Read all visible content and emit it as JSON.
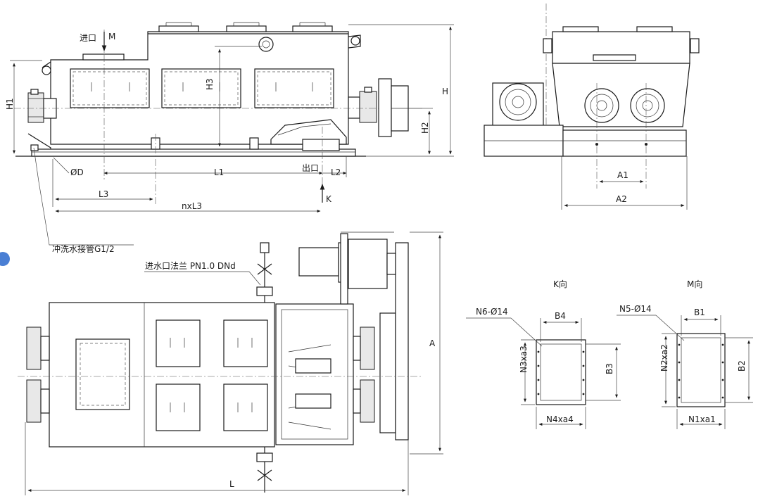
{
  "colors": {
    "line": "#1a1a1a",
    "background": "#ffffff",
    "marker": "#4a7fd4"
  },
  "front_view": {
    "inlet": "进口",
    "inlet_arrow": "M",
    "outlet": "出口",
    "k_arrow": "K",
    "dims": {
      "H1": "H1",
      "H2": "H2",
      "H3": "H3",
      "H": "H",
      "D": "ØD",
      "L1": "L1",
      "L2": "L2",
      "L3": "L3",
      "nxL3": "nxL3"
    },
    "flush_pipe": "冲洗水接管G1/2"
  },
  "side_view": {
    "dims": {
      "A1": "A1",
      "A2": "A2"
    }
  },
  "top_view": {
    "water_inlet_flange": "进水口法兰 PN1.0 DNd",
    "dims": {
      "A": "A",
      "L": "L"
    }
  },
  "k_view": {
    "title": "K向",
    "holes": "N6-Ø14",
    "dims": {
      "B4": "B4",
      "B3": "B3",
      "N3xa3": "N3xa3",
      "N4xa4": "N4xa4"
    }
  },
  "m_view": {
    "title": "M向",
    "holes": "N5-Ø14",
    "dims": {
      "B1": "B1",
      "B2": "B2",
      "N2xa2": "N2xa2",
      "N1xa1": "N1xa1"
    }
  }
}
